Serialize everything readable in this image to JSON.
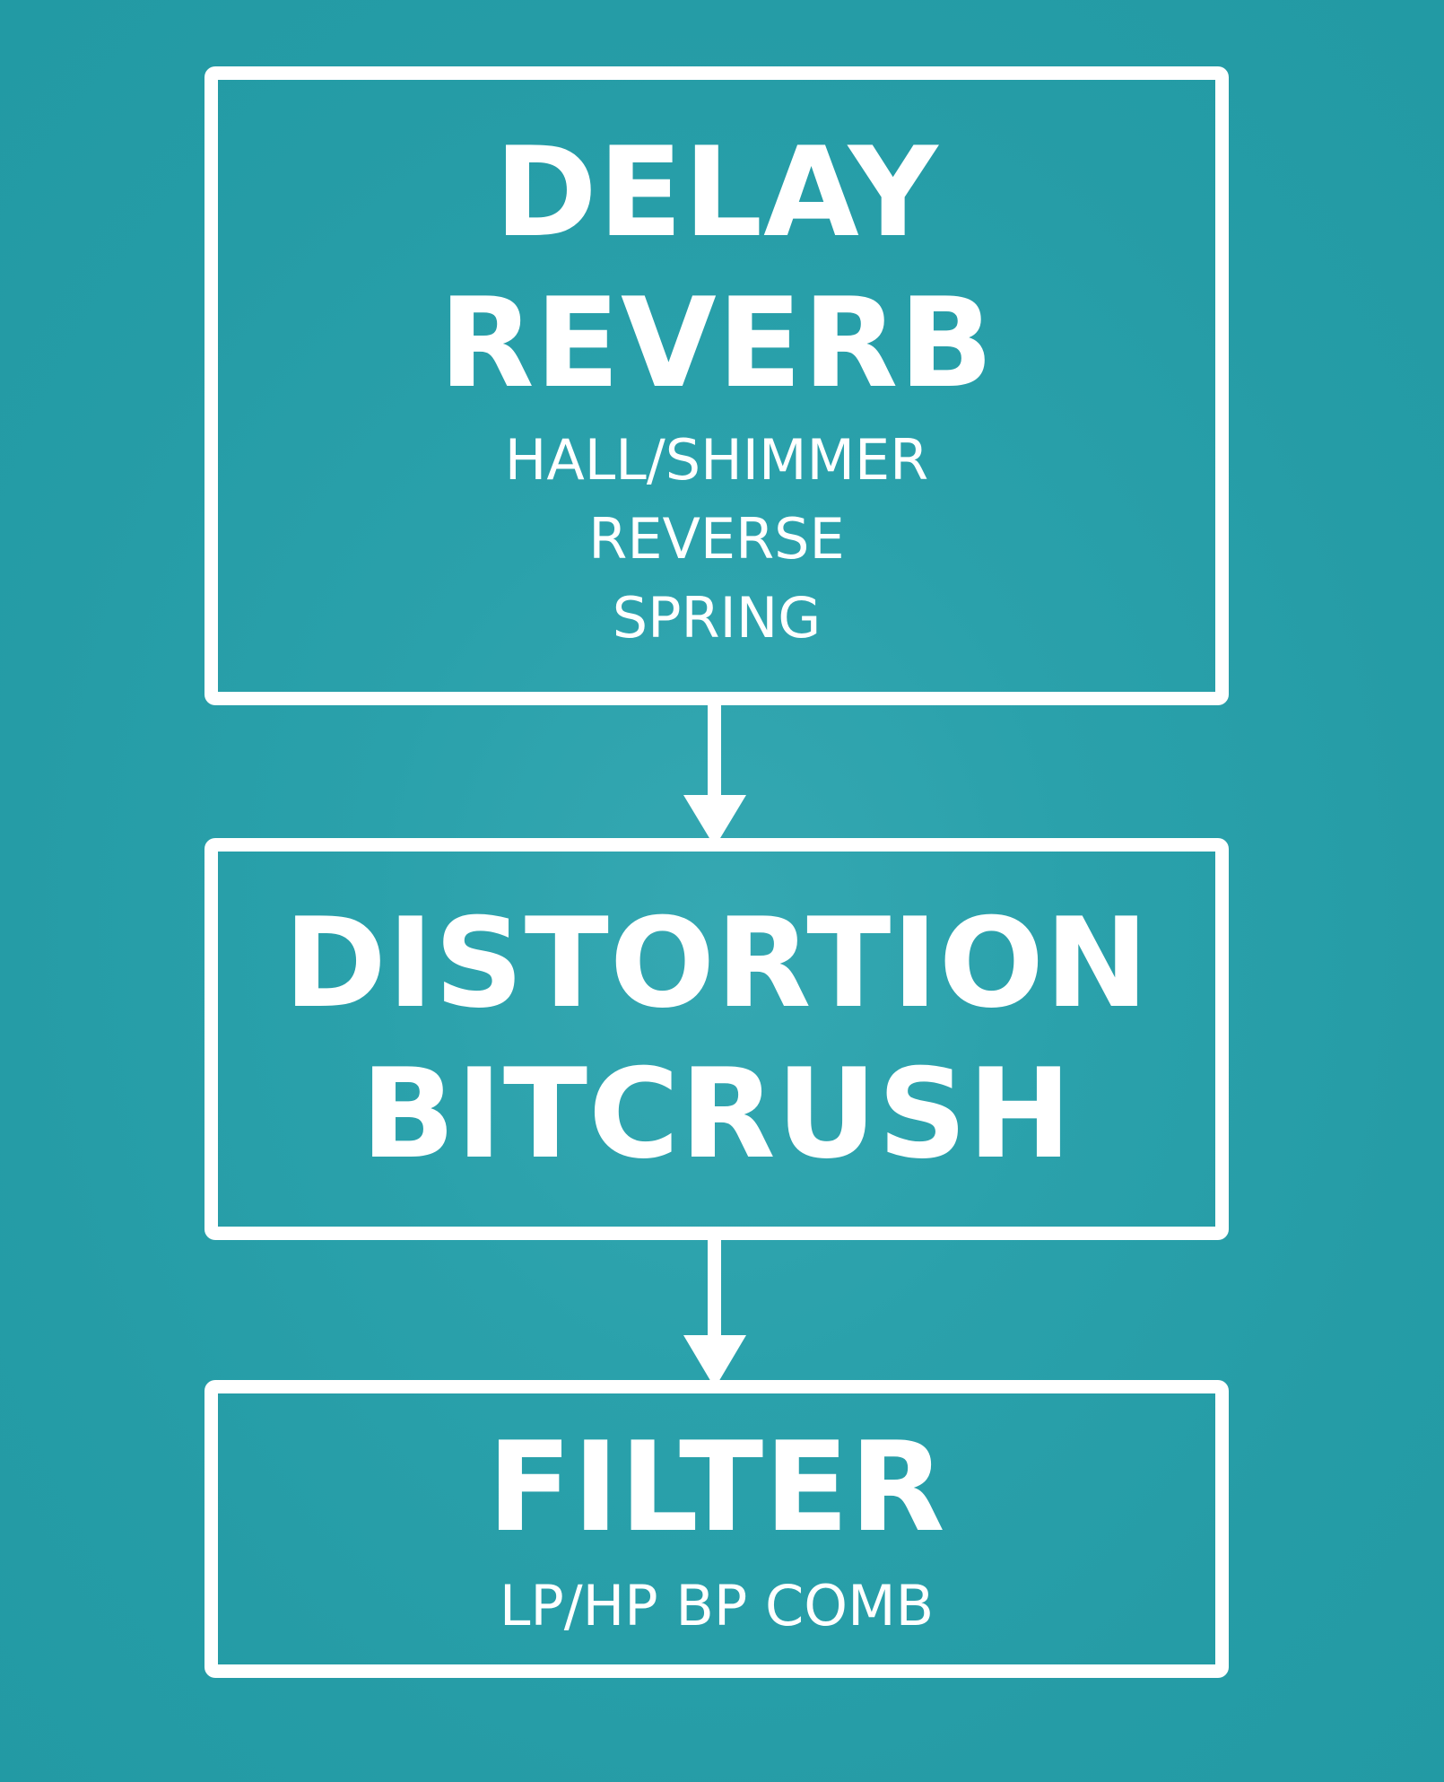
{
  "colors": {
    "background": "#259ca6",
    "foreground": "#ffffff"
  },
  "blocks": [
    {
      "titles": [
        "DELAY",
        "REVERB"
      ],
      "subtitles": [
        "HALL/SHIMMER",
        "REVERSE",
        "SPRING"
      ]
    },
    {
      "titles": [
        "DISTORTION",
        "BITCRUSH"
      ],
      "subtitles": []
    },
    {
      "titles": [
        "FILTER"
      ],
      "subtitles": [
        "LP/HP BP COMB"
      ]
    }
  ]
}
